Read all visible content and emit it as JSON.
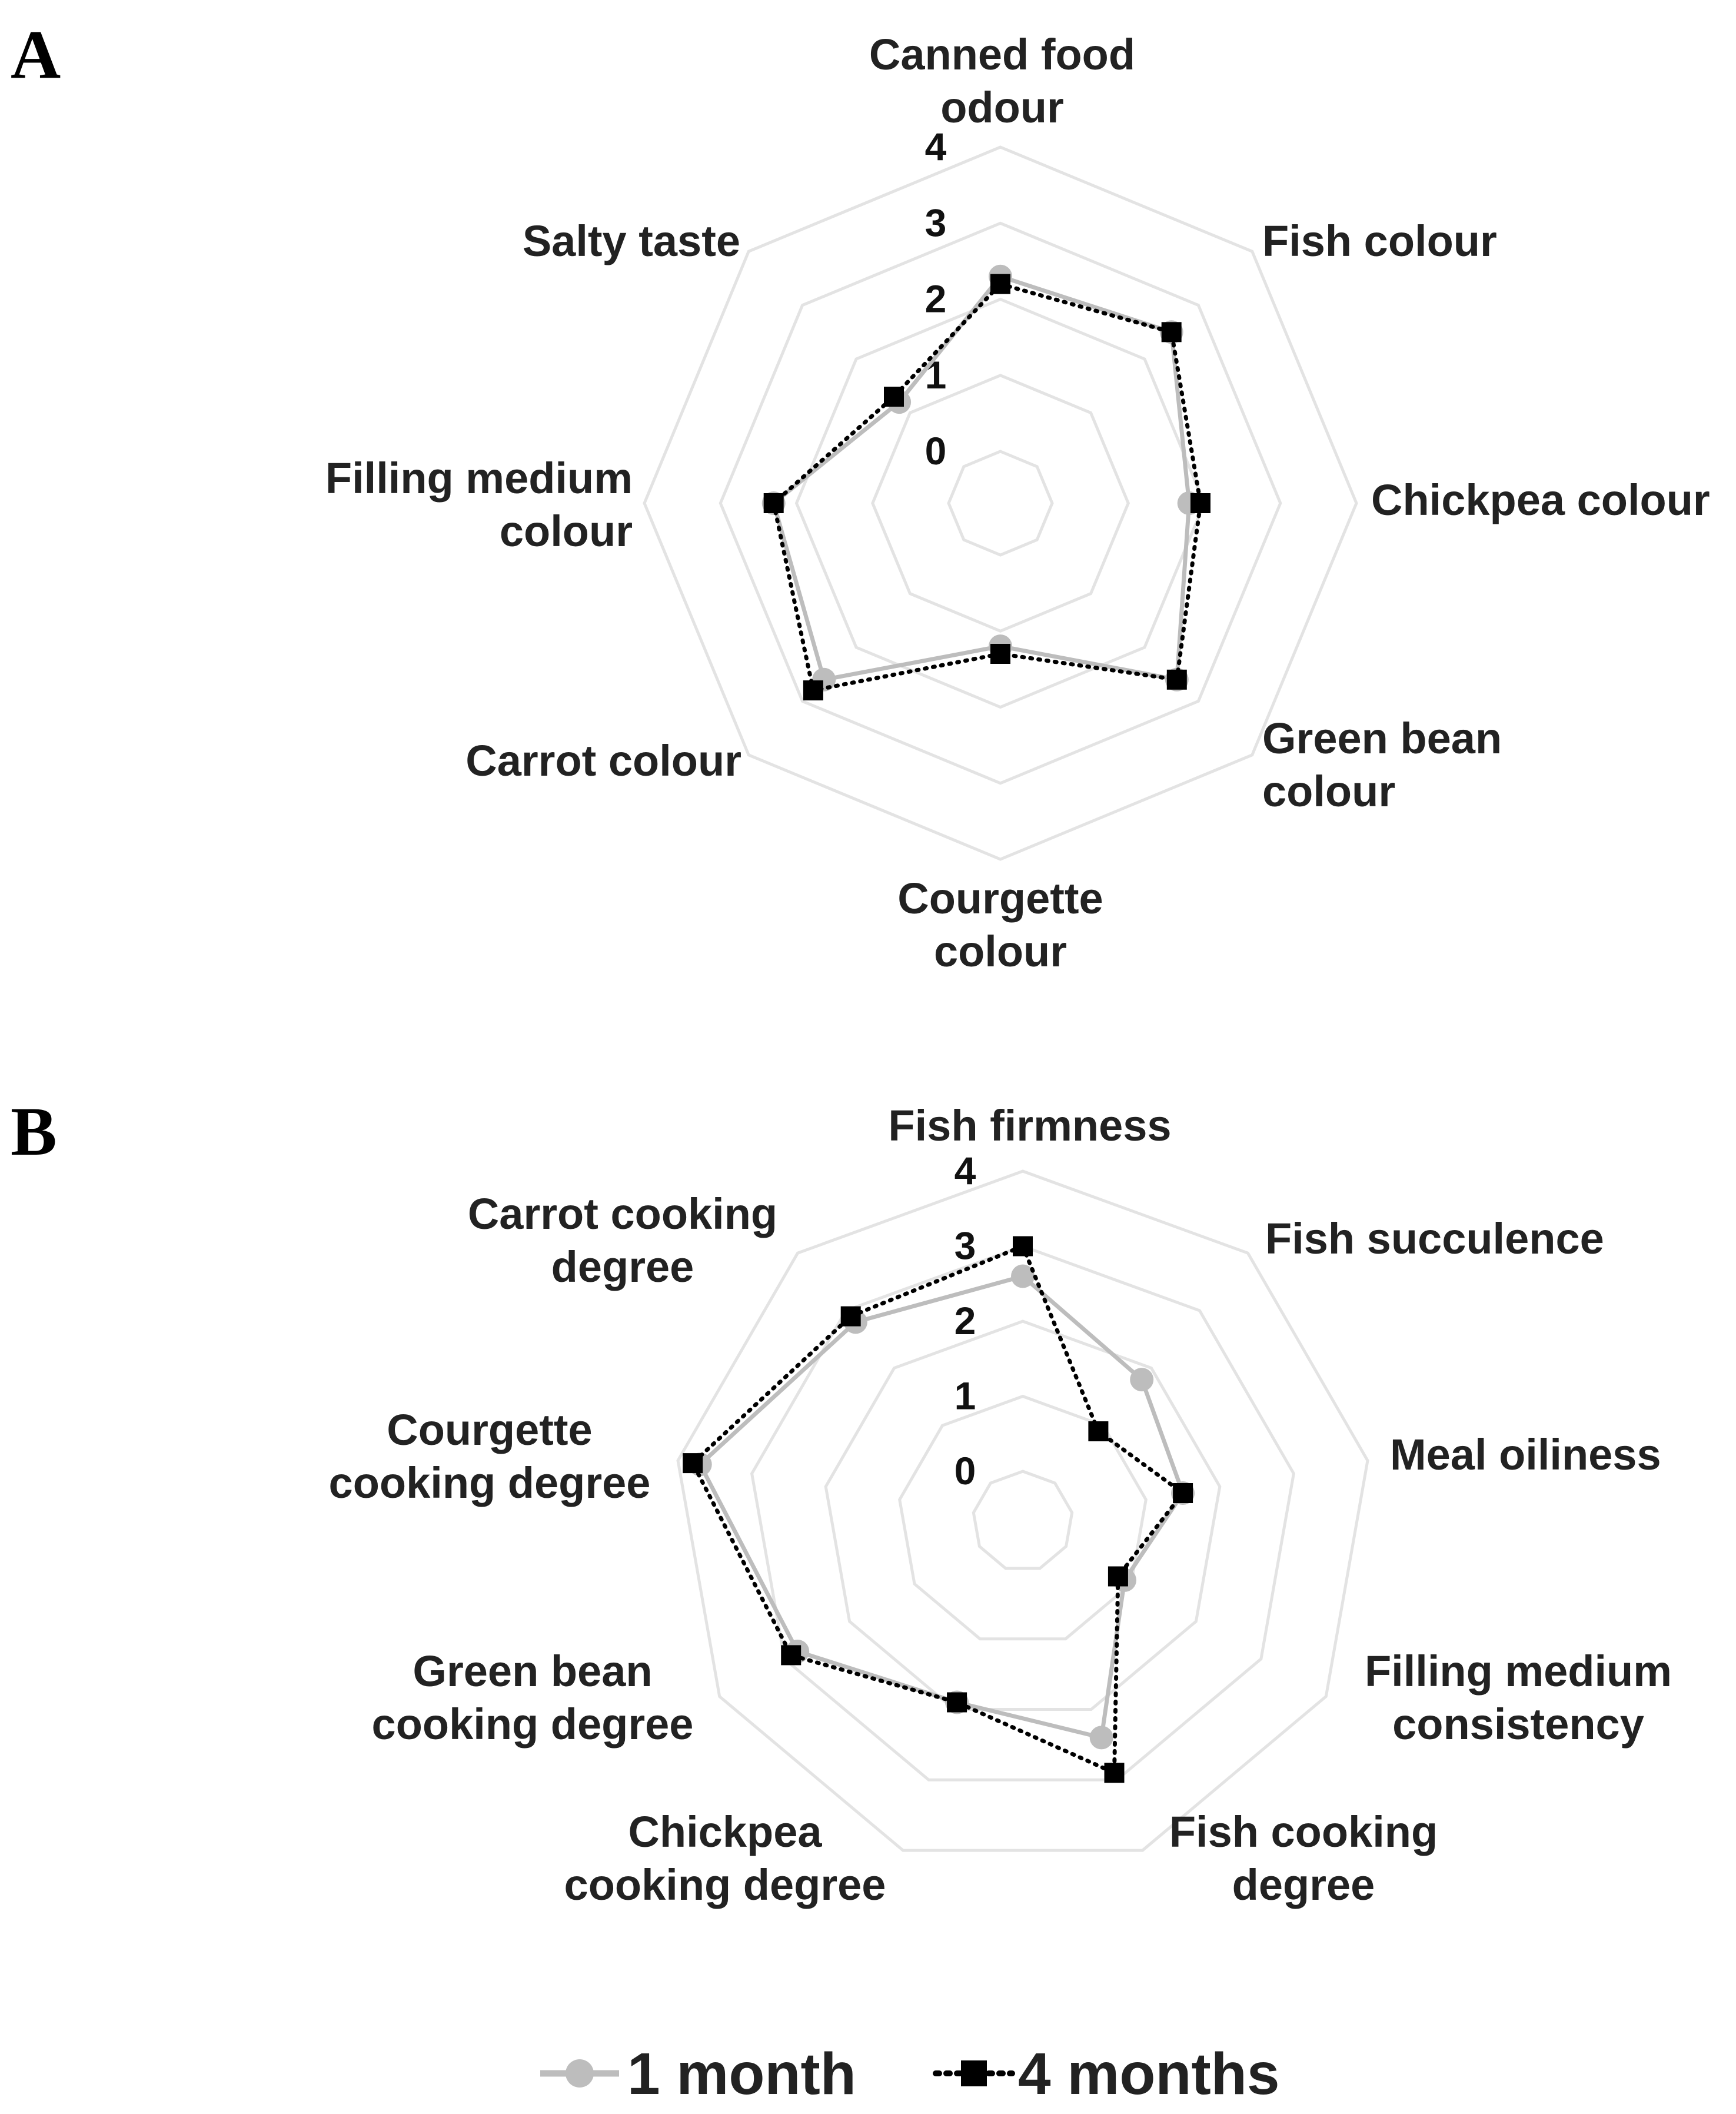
{
  "colors": {
    "grid": "#e3e3e3",
    "series_1": "#bdbdbd",
    "series_2": "#000000"
  },
  "legend": [
    {
      "label": "1 month",
      "marker": "circle",
      "color": "#bdbdbd",
      "line": "solid"
    },
    {
      "label": "4 months",
      "marker": "square",
      "color": "#000000",
      "line": "dotted"
    }
  ],
  "chart_data": [
    {
      "type": "radar",
      "panel": "A",
      "scale_ticks": [
        "0",
        "1",
        "2",
        "3",
        "4"
      ],
      "range": [
        0,
        4
      ],
      "categories": [
        [
          "Canned food",
          "odour"
        ],
        [
          "Fish colour"
        ],
        [
          "Chickpea colour"
        ],
        [
          "Green bean",
          "colour"
        ],
        [
          "Courgette",
          "colour"
        ],
        [
          "Carrot colour"
        ],
        [
          "Filling medium",
          "colour"
        ],
        [
          "Salty taste"
        ]
      ],
      "series": [
        {
          "name": "1 month",
          "values": [
            2.3,
            2.5,
            1.8,
            2.6,
            1.2,
            2.6,
            2.3,
            1.2
          ]
        },
        {
          "name": "4 months",
          "values": [
            2.2,
            2.5,
            1.95,
            2.6,
            1.3,
            2.8,
            2.3,
            1.3
          ]
        }
      ]
    },
    {
      "type": "radar",
      "panel": "B",
      "scale_ticks": [
        "0",
        "1",
        "2",
        "3",
        "4"
      ],
      "range": [
        0,
        4
      ],
      "categories": [
        [
          "Fish firmness"
        ],
        [
          "Fish succulence"
        ],
        [
          "Meal oiliness"
        ],
        [
          "Filling medium",
          "consistency"
        ],
        [
          "Fish cooking",
          "degree"
        ],
        [
          "Chickpea",
          "cooking degree"
        ],
        [
          "Green bean",
          "cooking degree"
        ],
        [
          "Courgette",
          "cooking degree"
        ],
        [
          "Carrot cooking",
          "degree"
        ]
      ],
      "series": [
        {
          "name": "1 month",
          "values": [
            2.6,
            1.8,
            1.5,
            0.9,
            2.4,
            1.9,
            2.8,
            3.7,
            2.8
          ]
        },
        {
          "name": "4 months",
          "values": [
            3.0,
            0.9,
            1.5,
            0.8,
            2.9,
            1.9,
            2.9,
            3.8,
            2.9
          ]
        }
      ]
    }
  ]
}
